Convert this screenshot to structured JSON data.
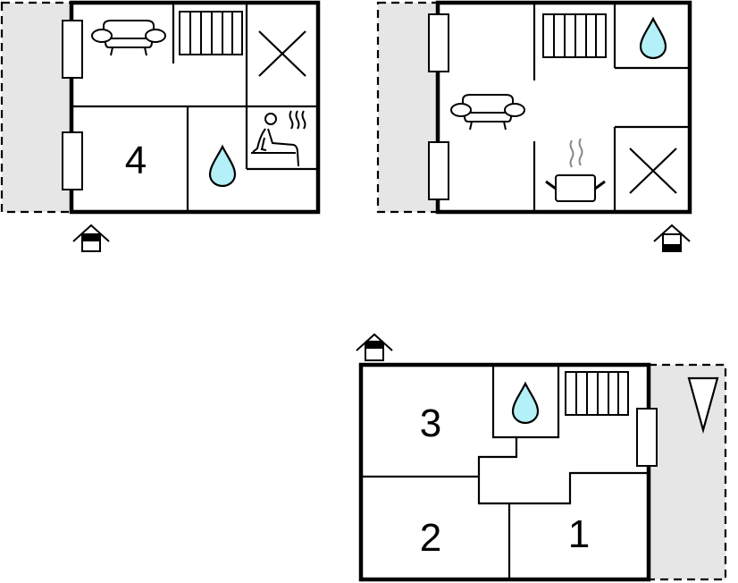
{
  "diagram": {
    "type": "floor-plan",
    "colors": {
      "wall": "#000000",
      "terrace": "#e6e6e6",
      "water": "#b3f0f8",
      "steam": "#888888"
    },
    "plans": [
      {
        "id": "plan-top-left",
        "rooms": [
          {
            "label": "4",
            "type": "bedroom"
          },
          {
            "type": "bathroom",
            "icon": "water-drop"
          },
          {
            "type": "sauna",
            "icon": "sauna"
          },
          {
            "type": "living",
            "icon": "sofa"
          },
          {
            "type": "stairs",
            "icon": "stairs"
          },
          {
            "type": "void",
            "icon": "cross"
          }
        ],
        "entrance": "bottom-left",
        "terrace": "left"
      },
      {
        "id": "plan-top-right",
        "rooms": [
          {
            "type": "living",
            "icon": "sofa"
          },
          {
            "type": "stairs",
            "icon": "stairs"
          },
          {
            "type": "bathroom",
            "icon": "water-drop"
          },
          {
            "type": "kitchen",
            "icon": "cooking-pot"
          },
          {
            "type": "void",
            "icon": "cross"
          }
        ],
        "entrance": "bottom-right",
        "terrace": "left"
      },
      {
        "id": "plan-bottom",
        "rooms": [
          {
            "label": "3",
            "type": "bedroom"
          },
          {
            "label": "2",
            "type": "bedroom"
          },
          {
            "label": "1",
            "type": "bedroom"
          },
          {
            "type": "bathroom",
            "icon": "water-drop"
          },
          {
            "type": "stairs",
            "icon": "stairs"
          }
        ],
        "entrance": "top-left",
        "terrace": "right",
        "terrace_icon": "triangle-down"
      }
    ],
    "labels": {
      "room1": "1",
      "room2": "2",
      "room3": "3",
      "room4": "4"
    }
  }
}
